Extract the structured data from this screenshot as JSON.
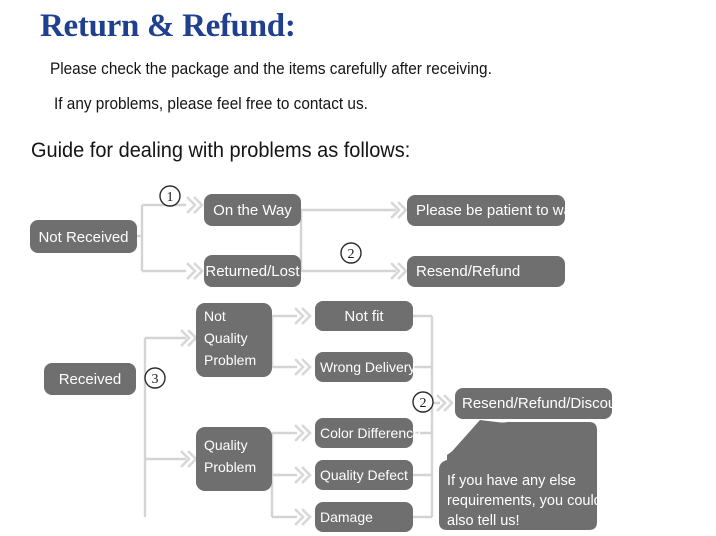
{
  "header": {
    "title": "Return & Refund:",
    "intro_lines": [
      "Please check the package and the items carefully after receiving.",
      "If any problems, please feel free to contact us."
    ],
    "guide_heading": "Guide for dealing with problems as follows:"
  },
  "colors": {
    "title": "#1f3f8f",
    "node_fill": "#6f6f6f",
    "node_text": "#ffffff",
    "connector": "#d4d4d4",
    "background": "#ffffff"
  },
  "flowchart": {
    "step_markers": [
      {
        "id": "step-1",
        "label": "1"
      },
      {
        "id": "step-2-top",
        "label": "2"
      },
      {
        "id": "step-3",
        "label": "3"
      },
      {
        "id": "step-2-bottom",
        "label": "2"
      }
    ],
    "nodes": {
      "not_received": "Not Received",
      "on_the_way": "On the Way",
      "returned_lost": "Returned/Lost",
      "please_wait": "Please be patient to wait",
      "resend_refund": "Resend/Refund",
      "received": "Received",
      "not_quality_problem_l1": "Not",
      "not_quality_problem_l2": "Quality",
      "not_quality_problem_l3": "Problem",
      "not_fit": "Not fit",
      "wrong_delivery": "Wrong Delivery",
      "quality_problem_l1": "Quality",
      "quality_problem_l2": "Problem",
      "color_difference": "Color Difference",
      "quality_defect": "Quality Defect",
      "damage": "Damage",
      "resend_refund_discount": "Resend/Refund/Discount"
    },
    "callout": {
      "lines": [
        "If you have any else",
        "requirements, you could",
        "also tell us!"
      ]
    }
  }
}
